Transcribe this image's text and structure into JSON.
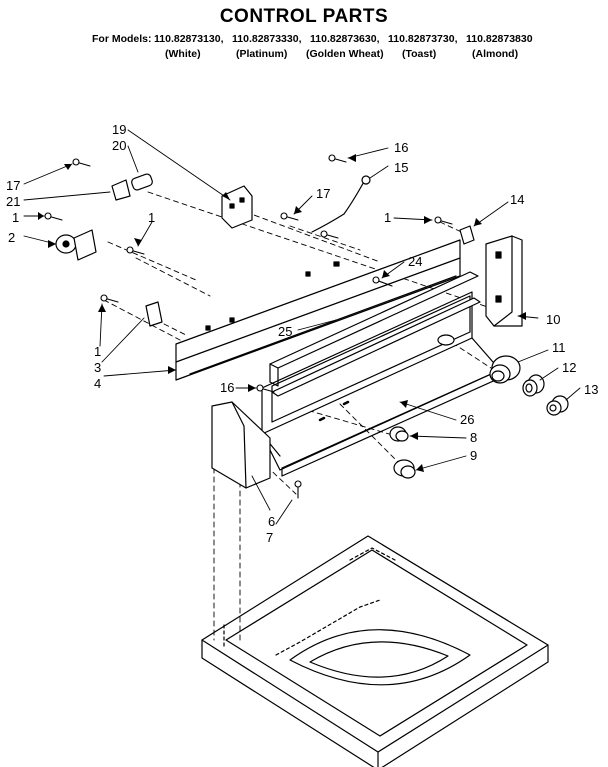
{
  "title": "CONTROL PARTS",
  "models_prefix": "For Models:",
  "models": [
    {
      "number": "110.82873130,",
      "color": "(White)"
    },
    {
      "number": "110.82873330,",
      "color": "(Platinum)"
    },
    {
      "number": "110.82873630,",
      "color": "(Golden Wheat)"
    },
    {
      "number": "110.82873730,",
      "color": "(Toast)"
    },
    {
      "number": "110.82873830",
      "color": "(Almond)"
    }
  ],
  "callouts": [
    "19",
    "20",
    "17",
    "21",
    "1",
    "2",
    "1",
    "1",
    "3",
    "4",
    "16",
    "15",
    "17",
    "1",
    "14",
    "24",
    "25",
    "10",
    "11",
    "12",
    "13",
    "16",
    "26",
    "8",
    "9",
    "6",
    "7"
  ]
}
